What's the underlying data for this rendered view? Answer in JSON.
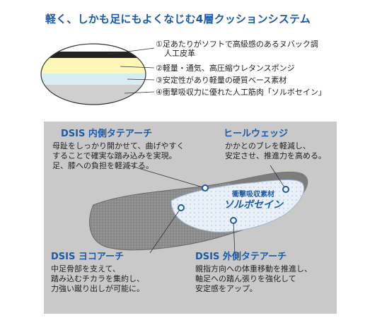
{
  "title": "軽く、しかも足にもよくなじむ4層クッションシステム",
  "layers": [
    {
      "label": "①足あたりがソフトで高級感のあるヌバック調",
      "label2": "人工皮革",
      "color": "#222222"
    },
    {
      "label": "②軽量・通気、高圧縮ウレタンスポンジ",
      "color": "#fff7b8"
    },
    {
      "label": "③安定性があり軽量の硬質ベース素材",
      "color": "#d8ecf4"
    },
    {
      "label": "④衝撃吸収力に優れた人工筋肉「ソルボセイン」",
      "color": "#cfcfcf"
    }
  ],
  "features": {
    "inner_arch": {
      "title": "DSIS 内側タテアーチ",
      "body": "母趾をしっかり開かせて、曲げやすく\nすることで確実な踏み込みを実現。\n足、膝への負担を軽減する。"
    },
    "heel_wedge": {
      "title": "ヒールウェッジ",
      "body": "かかとのブレを軽減し、\n安定させ、推進力を高める。"
    },
    "transverse_arch": {
      "title": "DSIS ヨコアーチ",
      "body": "中足骨部を支えて、\n踏み込むチカラを集約し、\n力強い蹴り出しが可能に。"
    },
    "outer_arch": {
      "title": "DSIS 外側タテアーチ",
      "body": "親指方向への体重移動を推進し、\n軸足への踏ん張りを強化して\n安定感をアップ。"
    }
  },
  "insole": {
    "label_line1": "衝撃吸収素材",
    "label_line2": "ソルボセイン"
  },
  "colors": {
    "accent": "#1a5aa8"
  }
}
